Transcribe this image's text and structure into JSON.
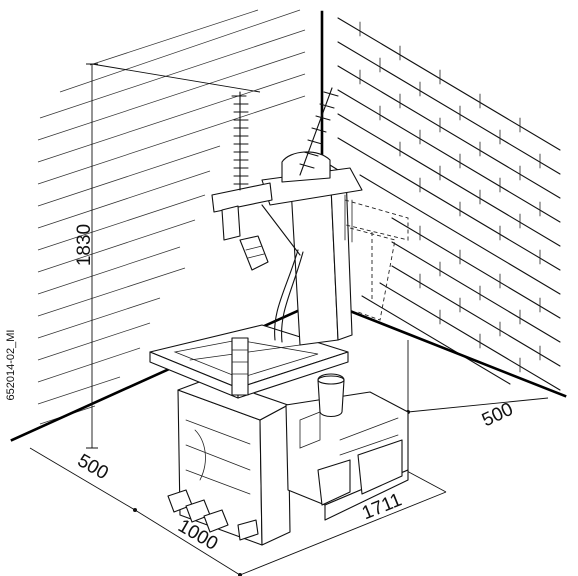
{
  "dimensions": {
    "height": "1830",
    "front_clearance": "500",
    "side_clearance": "500",
    "depth": "1000",
    "width": "1711"
  },
  "drawing_code": "652014-02_MI"
}
